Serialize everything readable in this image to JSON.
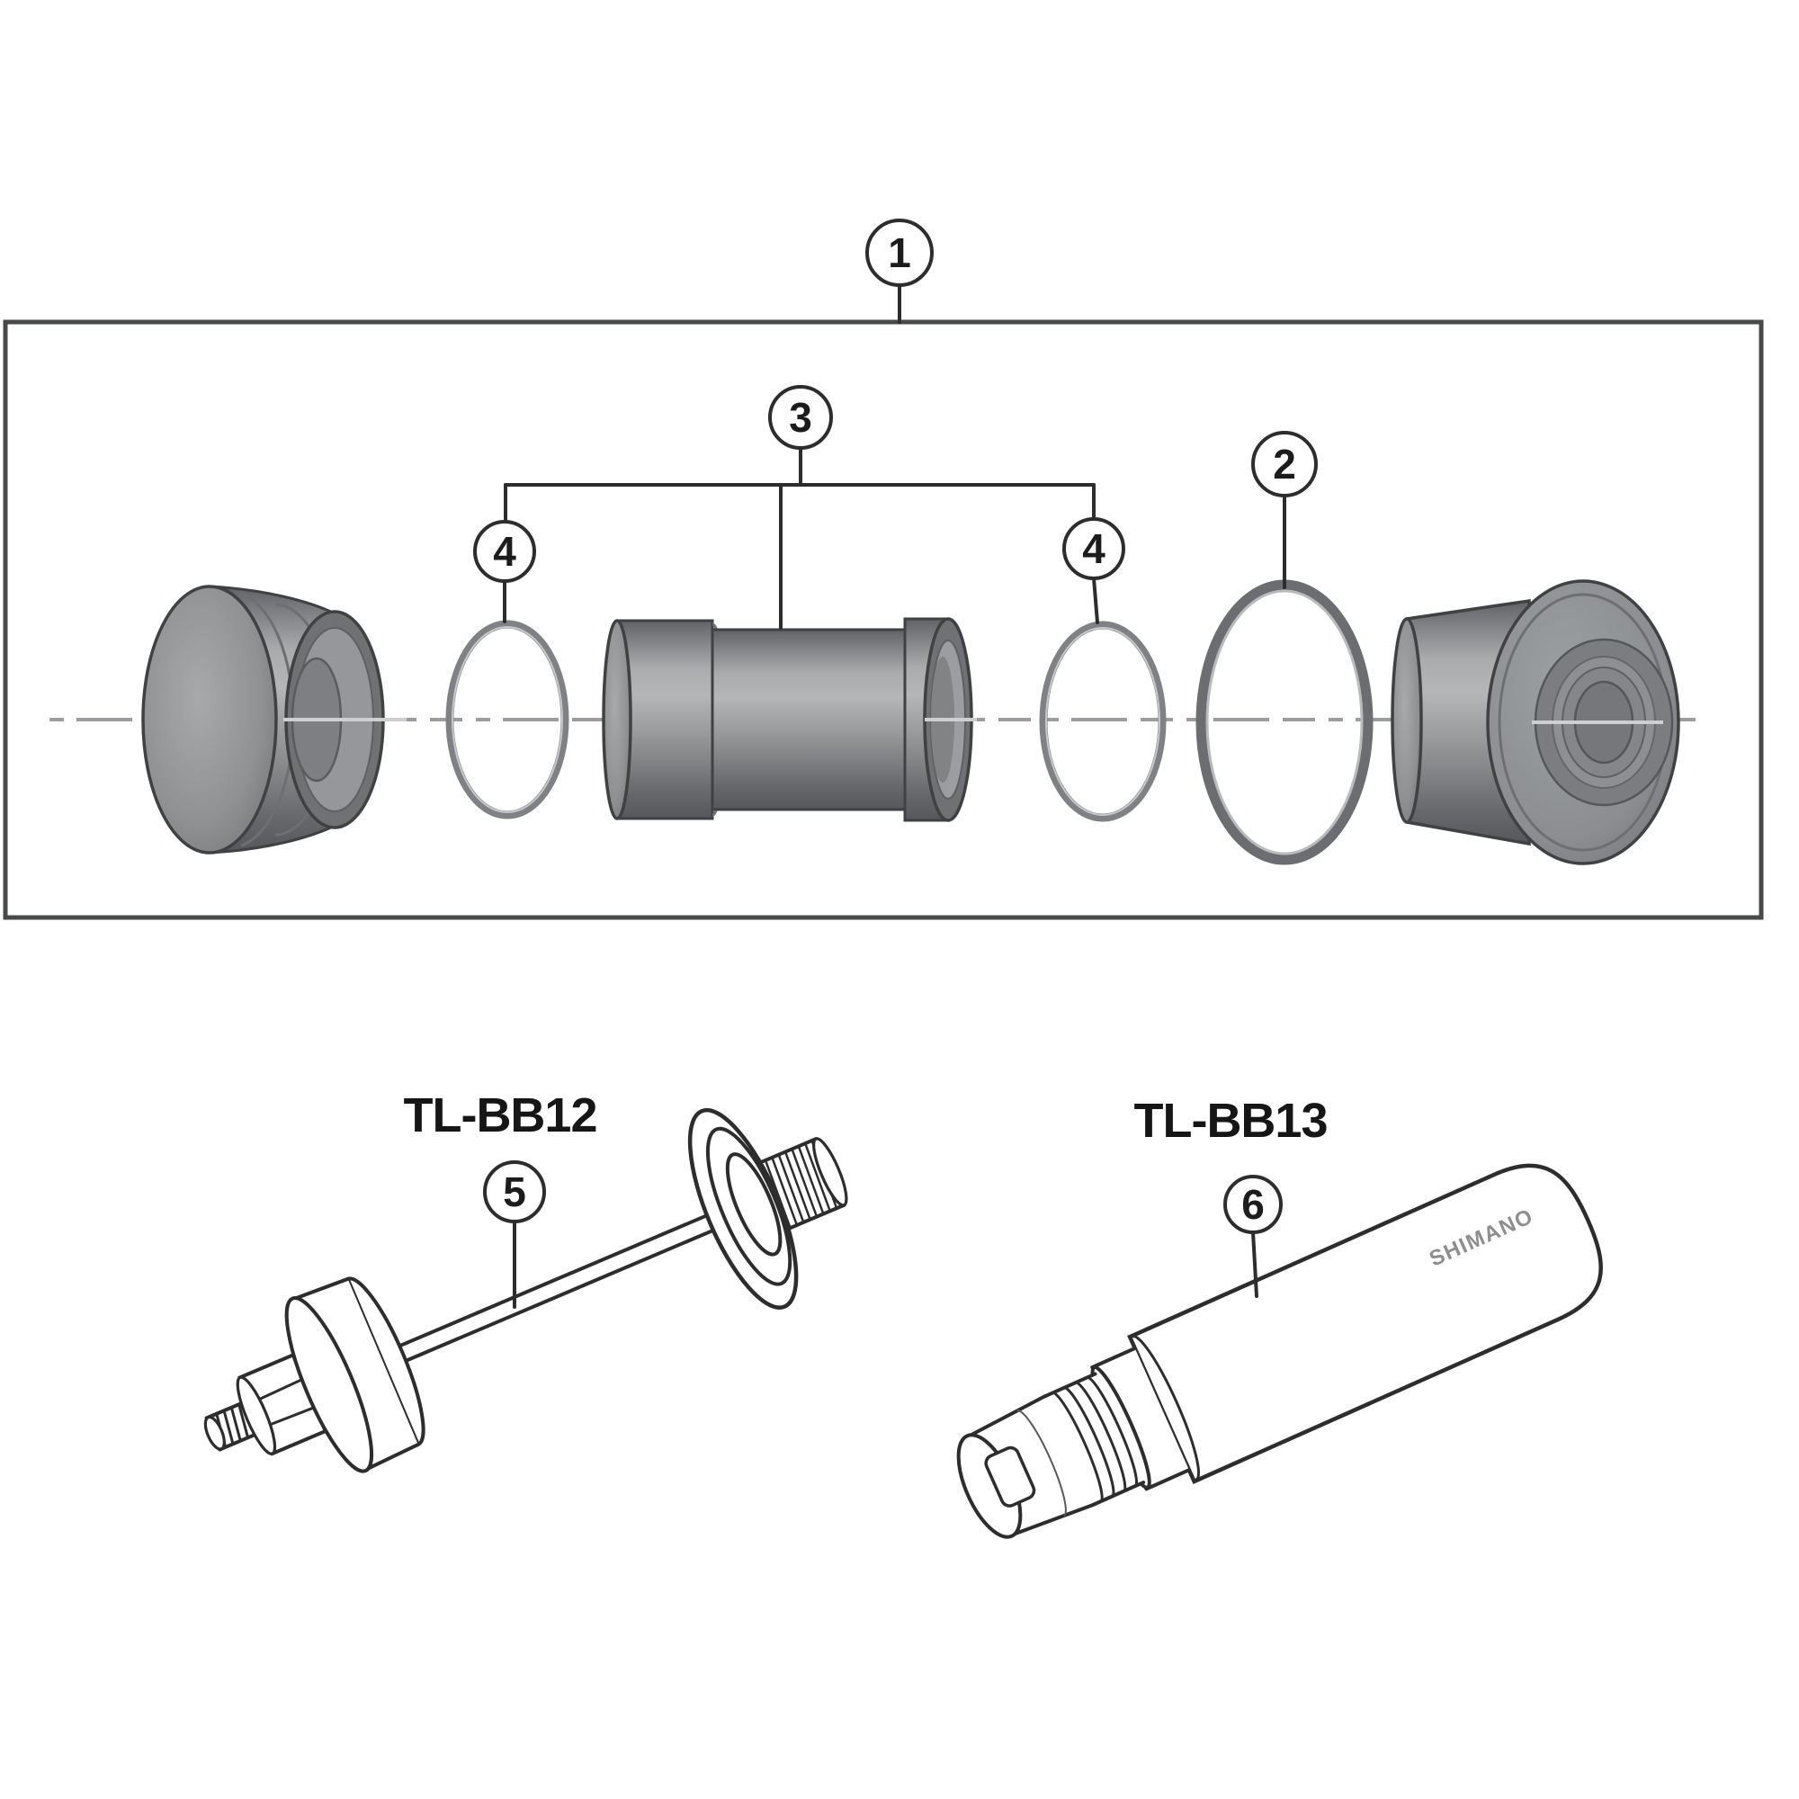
{
  "figure": {
    "type": "exploded-parts-diagram",
    "subject": "bottom bracket assembly with installation tools"
  },
  "callouts": {
    "one": {
      "number": "1"
    },
    "two": {
      "number": "2"
    },
    "three": {
      "number": "3"
    },
    "four_left": {
      "number": "4"
    },
    "four_right": {
      "number": "4"
    },
    "five": {
      "number": "5"
    },
    "six": {
      "number": "6"
    }
  },
  "labels": {
    "tool_left": "TL-BB12",
    "tool_right": "TL-BB13",
    "brand_marking": "SHIMANO"
  },
  "colors": {
    "background": "#ffffff",
    "outline": "#2d2d2d",
    "box_border": "#48494b",
    "centerline": "#9b9da0",
    "centerline_highlight": "#cdcfd1",
    "metal_mid": "#8f9193",
    "metal_light": "#b4b6b8",
    "metal_dark": "#5c5e61",
    "oring_gray": "#7f8184",
    "brand_text": "#8e8e8e"
  }
}
